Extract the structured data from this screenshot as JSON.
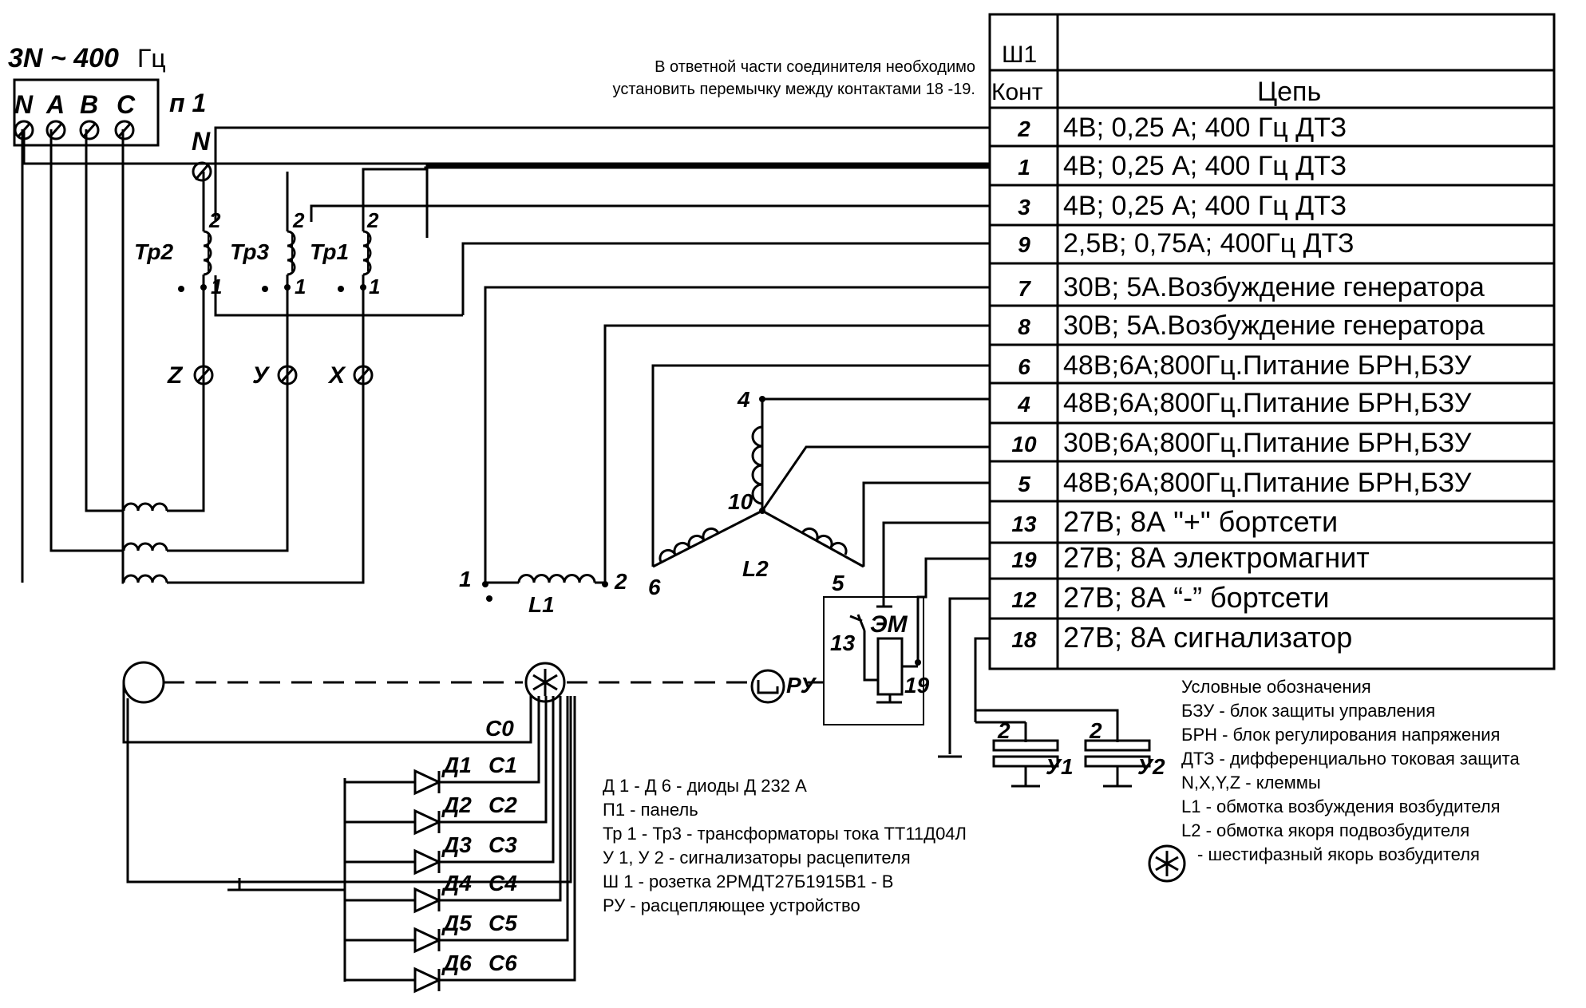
{
  "power": {
    "supply": "3N ~ 400",
    "supply_unit": "Гц",
    "terminals": [
      "N",
      "A",
      "B",
      "C"
    ],
    "panel": "п 1",
    "neutral": "N"
  },
  "transformers": [
    {
      "name": "Тр2",
      "pin_top": "2",
      "pin_bottom": "1"
    },
    {
      "name": "Тр3",
      "pin_top": "2",
      "pin_bottom": "1"
    },
    {
      "name": "Тр1",
      "pin_top": "2",
      "pin_bottom": "1"
    }
  ],
  "clamps": [
    "Z",
    "У",
    "X"
  ],
  "note": {
    "line1": "В ответной части соединителя необходимо",
    "line2": "установить перемычку между контактами 18 -19."
  },
  "connector": {
    "name": "Ш1",
    "col_contact": "Конт",
    "col_circuit": "Цепь",
    "rows": [
      {
        "contact": "2",
        "circuit": "4В; 0,25 А; 400 Гц ДТЗ"
      },
      {
        "contact": "1",
        "circuit": "4В; 0,25 А; 400 Гц ДТЗ"
      },
      {
        "contact": "3",
        "circuit": "4В; 0,25 А; 400 Гц ДТЗ"
      },
      {
        "contact": "9",
        "circuit": "2,5В; 0,75А; 400Гц ДТЗ"
      },
      {
        "contact": "7",
        "circuit": "30В;  5А.Возбуждение генератора"
      },
      {
        "contact": "8",
        "circuit": "30В;  5А.Возбуждение генератора"
      },
      {
        "contact": "6",
        "circuit": "48В;6А;800Гц.Питание   БРН,БЗУ"
      },
      {
        "contact": "4",
        "circuit": "48В;6А;800Гц.Питание   БРН,БЗУ"
      },
      {
        "contact": "10",
        "circuit": "30В;6А;800Гц.Питание   БРН,БЗУ"
      },
      {
        "contact": "5",
        "circuit": "48В;6А;800Гц.Питание   БРН,БЗУ"
      },
      {
        "contact": "13",
        "circuit": "27В; 8А \"+\" бортсети"
      },
      {
        "contact": "19",
        "circuit": "27В; 8А электромагнит"
      },
      {
        "contact": "12",
        "circuit": "27В; 8А “-” бортсети"
      },
      {
        "contact": "18",
        "circuit": "27В; 8А сигнализатор"
      }
    ]
  },
  "windings": {
    "L1": {
      "name": "L1",
      "pin1": "1",
      "pin2": "2"
    },
    "L2": {
      "name": "L2",
      "pin_a": "4",
      "pin_b": "10",
      "pin_c": "6",
      "pin_d": "5"
    }
  },
  "release": {
    "name": "ЭМ",
    "pin_a": "13",
    "pin_b": "19",
    "label": "РУ"
  },
  "signalers": [
    {
      "name": "У1",
      "pin": "2"
    },
    {
      "name": "У2",
      "pin": "2"
    }
  ],
  "armature_taps": [
    "С0",
    "С1",
    "С2",
    "С3",
    "С4",
    "С5",
    "С6"
  ],
  "diodes": [
    "Д1",
    "Д2",
    "Д3",
    "Д4",
    "Д5",
    "Д6"
  ],
  "legend_left": [
    "Д 1 - Д 6 - диоды Д 232 А",
    "П1 - панель",
    "Тр 1 - Тр3 - трансформаторы тока ТТ11Д04Л",
    "У 1, У 2 - сигнализаторы   расцепителя",
    "Ш 1 - розетка 2РМДТ27Б1915В1 - В",
    "РУ - расцепляющее устройство"
  ],
  "legend_right": {
    "title": "Условные обозначения",
    "items": [
      "БЗУ - блок защиты управления",
      "БРН - блок регулирования напряжения",
      "ДТЗ - дифференциально токовая защита",
      "N,X,Y,Z - клеммы",
      "L1 - обмотка возбуждения возбудителя",
      "L2 - обмотка якоря подвозбудителя"
    ],
    "symbol_text": "- шестифазный якорь возбудителя"
  }
}
